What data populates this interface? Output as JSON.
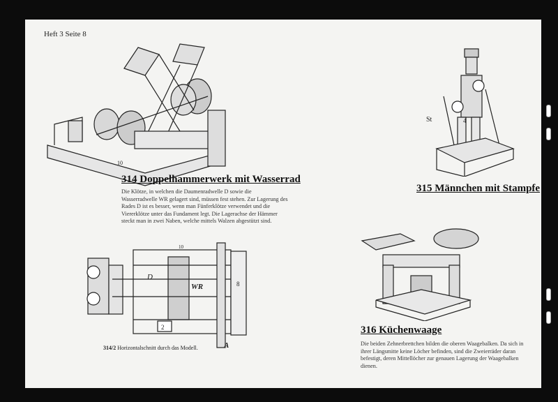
{
  "header": {
    "label": "Heft 3   Seite 8"
  },
  "item314": {
    "title": "314 Doppelhammerwerk mit Wasserrad",
    "text": "Die Klötze, in welchen die Daumenradwelle D sowie die Wasserradwelle WR gelagert sind, müssen fest stehen. Zur Lagerung des Rades D ist es besser, wenn man Fünferklötze verwendet und die Viererklötze unter das Fundament legt. Die Lagerachse der Hämmer steckt man in zwei Naben, welche mittels Walzen abgestützt sind.",
    "caption_num": "314/2",
    "caption": " Horizontalschnitt durch das Modell.",
    "labels": {
      "d": "D",
      "wr": "WR",
      "a": "A",
      "eight": "8",
      "ten": "10",
      "two": "2"
    }
  },
  "item315": {
    "title": "315 Männchen mit Stampfe",
    "labels": {
      "st": "St",
      "four": "4"
    }
  },
  "item316": {
    "title": "316 Küchenwaage",
    "text": "Die beiden Zehnerbrettchen bilden die oberen Waagebalken. Da sich in ihrer Längsmitte keine Löcher befinden, sind die Zweierräder daran befestigt, deren Mittellöcher zur genauen Lagerung der Waagebalken dienen."
  }
}
